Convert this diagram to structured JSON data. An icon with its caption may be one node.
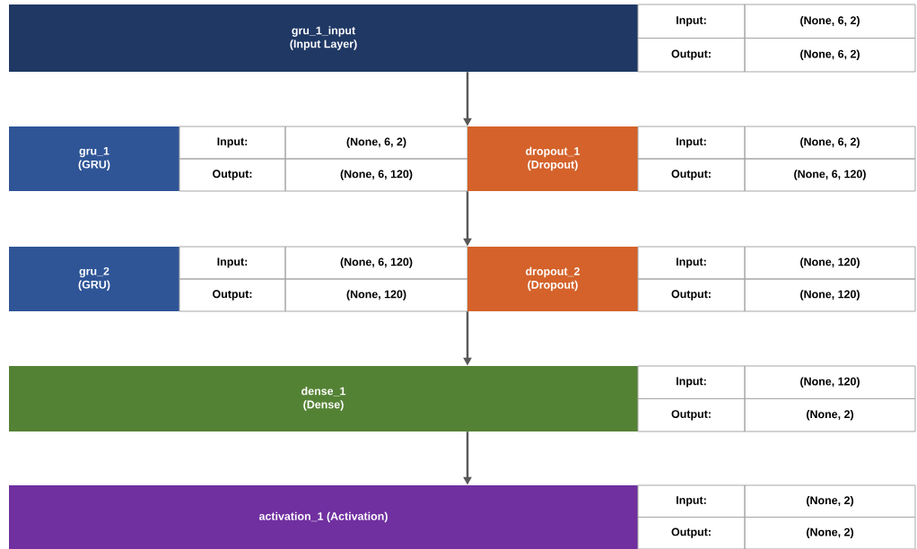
{
  "diagram": {
    "nodes": [
      {
        "text": [
          "gru_1_input",
          "(Input Layer)",
          "Input:",
          "(None, 6, 2)",
          "Output:",
          "(None, 6, 2)"
        ]
      },
      {
        "text": [
          "gru_1",
          "(GRU)",
          "Input:",
          "(None, 6, 2)",
          "Output:",
          "(None, 6, 120)"
        ]
      },
      {
        "text": [
          "dropout_1",
          "(Dropout)",
          "Input:",
          "(None, 6, 2)",
          "Output:",
          "(None, 6, 120)"
        ]
      },
      {
        "text": [
          "gru_2",
          "(GRU)",
          "Input:",
          "(None, 6, 120)",
          "Output:",
          "(None, 120)"
        ]
      },
      {
        "text": [
          "dropout_2",
          "(Dropout)",
          "Input:",
          "(None, 120)",
          "Output:",
          "(None, 120)"
        ]
      },
      {
        "text": [
          "dense_1",
          "(Dense)",
          "Input:",
          "(None, 120)",
          "Output:",
          "(None, 2)"
        ]
      },
      {
        "text": [
          "activation_1 (Activation)",
          "Input:",
          "(None, 2)",
          "Output:",
          "(None, 2)"
        ]
      }
    ],
    "edges": [
      {
        "from": 0,
        "to": 1,
        "arrow": "to"
      },
      {
        "from": 2,
        "to": 3,
        "arrow": "to"
      },
      {
        "from": 4,
        "to": 5,
        "arrow": "to"
      },
      {
        "from": 5,
        "to": 6,
        "arrow": "to"
      }
    ]
  }
}
